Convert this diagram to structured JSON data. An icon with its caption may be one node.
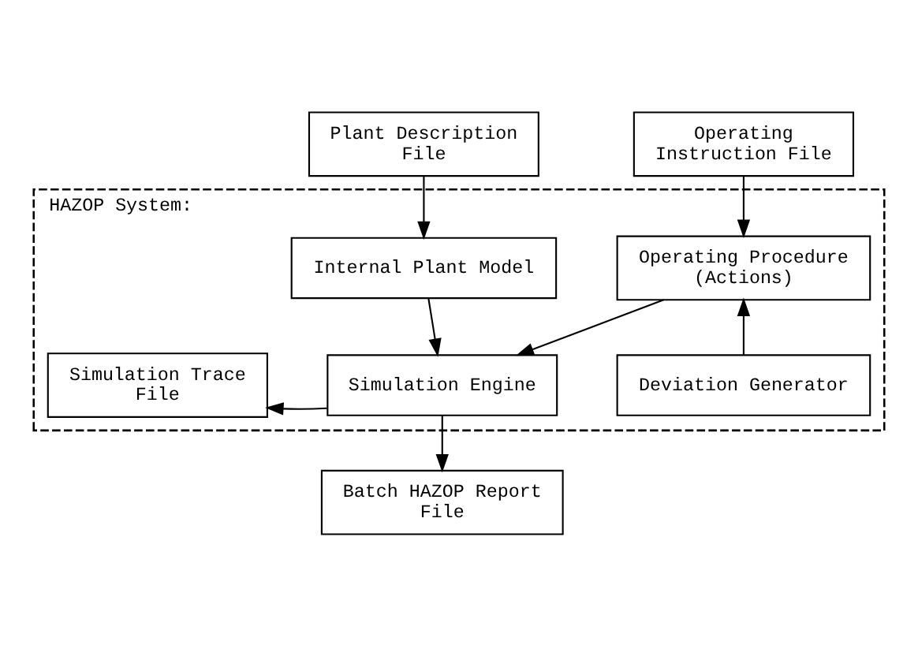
{
  "diagram": {
    "nodes": [
      {
        "text": [
          "Plant Description File"
        ]
      },
      {
        "text": [
          "Operating Instruction File"
        ]
      },
      {
        "text": [
          "HAZOP System:"
        ]
      },
      {
        "text": [
          "Internal Plant Model"
        ],
        "in": 2
      },
      {
        "text": [
          "Operating Procedure (Actions)"
        ],
        "in": 2
      },
      {
        "text": [
          "Simulation Trace File"
        ],
        "in": 2
      },
      {
        "text": [
          "Simulation Engine"
        ],
        "in": 2
      },
      {
        "text": [
          "Deviation Generator"
        ],
        "in": 2
      },
      {
        "text": [
          "Batch HAZOP Report File"
        ]
      }
    ],
    "edges": [
      {
        "from": 0,
        "to": 3,
        "arrow": "to"
      },
      {
        "from": 1,
        "to": 4,
        "arrow": "to"
      },
      {
        "from": 3,
        "to": 6,
        "arrow": "to"
      },
      {
        "from": 4,
        "to": 6,
        "arrow": "to"
      },
      {
        "from": 6,
        "to": 5,
        "arrow": "to"
      },
      {
        "from": 7,
        "to": 4,
        "arrow": "to"
      },
      {
        "from": 6,
        "to": 8,
        "arrow": "to"
      }
    ]
  }
}
